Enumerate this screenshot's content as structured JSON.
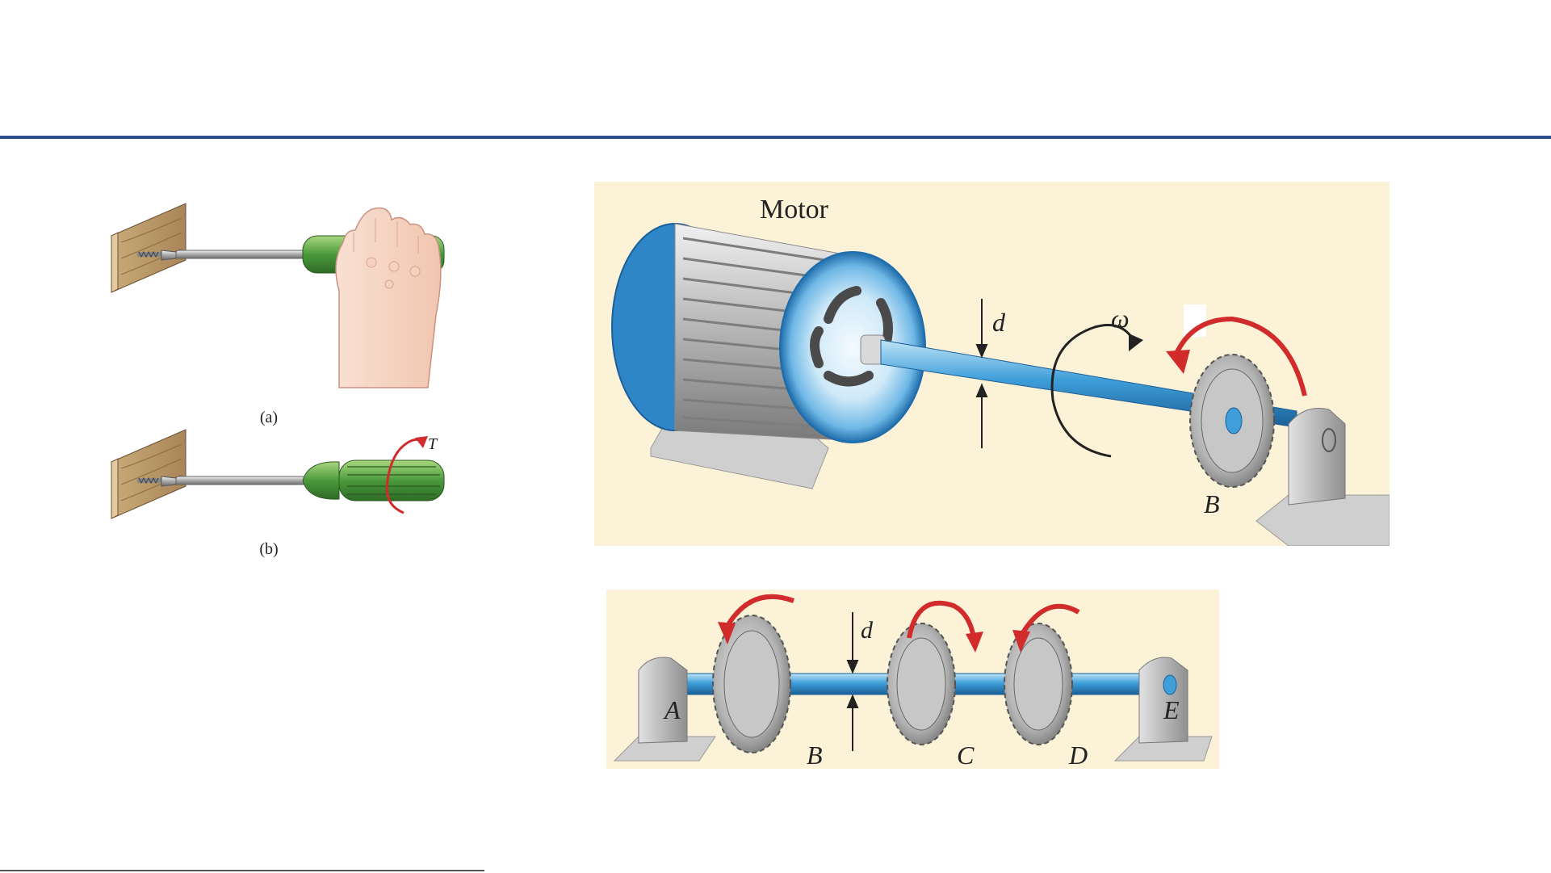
{
  "slide": {
    "accent_color": "#2c4e91"
  },
  "screwdriver_figure": {
    "caption_a": "(a)",
    "caption_b": "(b)",
    "torque_label": "T",
    "arrow_color": "#d12b2b"
  },
  "motor_figure": {
    "motor_label": "Motor",
    "diameter_label": "d",
    "omega_label": "ω",
    "gear_label": "B",
    "background": "#fbf2d7",
    "shaft_color": "#3f9fd9"
  },
  "gear_shaft_figure": {
    "diameter_label": "d",
    "labels": [
      "A",
      "B",
      "C",
      "D",
      "E"
    ],
    "background": "#fbf2d7"
  }
}
